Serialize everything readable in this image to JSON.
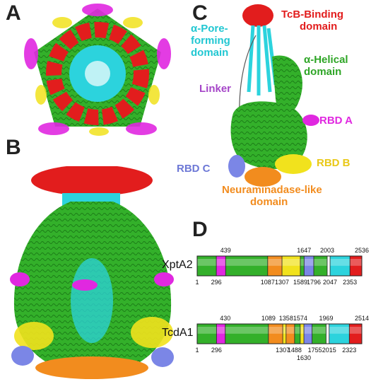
{
  "panels": {
    "a": "A",
    "b": "B",
    "c": "C",
    "d": "D"
  },
  "labels": {
    "tcb_binding_l1": "TcB-Binding",
    "tcb_binding_l2": "domain",
    "pore_l1": "α-Pore-",
    "pore_l2": "forming",
    "pore_l3": "domain",
    "helical_l1": "α-Helical",
    "helical_l2": "domain",
    "linker": "Linker",
    "rbd_a": "RBD A",
    "rbd_b": "RBD B",
    "rbd_c": "RBD C",
    "neur_l1": "Neuraminadase-like",
    "neur_l2": "domain"
  },
  "colors": {
    "green": "#33b02a",
    "cyan": "#2cd3dd",
    "red": "#e21d1d",
    "magenta": "#e028e0",
    "yellow": "#f1e21d",
    "orange": "#f28c1e",
    "blue": "#7b86e6",
    "purple": "#a545c8"
  },
  "domain_maps": [
    {
      "name": "XptA2",
      "length": 2536,
      "top_ticks": [
        "439",
        "1647",
        "2003",
        "2536"
      ],
      "bottom_ticks": [
        "1",
        "296",
        "1087",
        "1307",
        "1589",
        "1796",
        "2047",
        "2353"
      ],
      "segments": [
        {
          "start": 1,
          "end": 296,
          "color": "green"
        },
        {
          "start": 296,
          "end": 439,
          "color": "magenta"
        },
        {
          "start": 439,
          "end": 1087,
          "color": "green"
        },
        {
          "start": 1087,
          "end": 1307,
          "color": "orange"
        },
        {
          "start": 1307,
          "end": 1589,
          "color": "yellow"
        },
        {
          "start": 1589,
          "end": 1647,
          "color": "green"
        },
        {
          "start": 1647,
          "end": 1796,
          "color": "blue"
        },
        {
          "start": 1796,
          "end": 2003,
          "color": "green"
        },
        {
          "start": 2003,
          "end": 2047,
          "color": "white"
        },
        {
          "start": 2047,
          "end": 2353,
          "color": "cyan"
        },
        {
          "start": 2353,
          "end": 2536,
          "color": "red"
        }
      ]
    },
    {
      "name": "TcdA1",
      "length": 2514,
      "top_ticks": [
        "430",
        "1089",
        "1358",
        "1574",
        "1969",
        "2514"
      ],
      "bottom_ticks": [
        "1",
        "296",
        "1307",
        "1488",
        "1630",
        "1755",
        "2015",
        "2323"
      ],
      "segments": [
        {
          "start": 1,
          "end": 296,
          "color": "green"
        },
        {
          "start": 296,
          "end": 430,
          "color": "magenta"
        },
        {
          "start": 430,
          "end": 1089,
          "color": "green"
        },
        {
          "start": 1089,
          "end": 1307,
          "color": "orange"
        },
        {
          "start": 1307,
          "end": 1358,
          "color": "yellow"
        },
        {
          "start": 1358,
          "end": 1488,
          "color": "orange"
        },
        {
          "start": 1488,
          "end": 1574,
          "color": "green"
        },
        {
          "start": 1574,
          "end": 1630,
          "color": "yellow"
        },
        {
          "start": 1630,
          "end": 1755,
          "color": "blue"
        },
        {
          "start": 1755,
          "end": 1969,
          "color": "green"
        },
        {
          "start": 1969,
          "end": 2015,
          "color": "white"
        },
        {
          "start": 2015,
          "end": 2323,
          "color": "cyan"
        },
        {
          "start": 2323,
          "end": 2514,
          "color": "red"
        }
      ]
    }
  ]
}
